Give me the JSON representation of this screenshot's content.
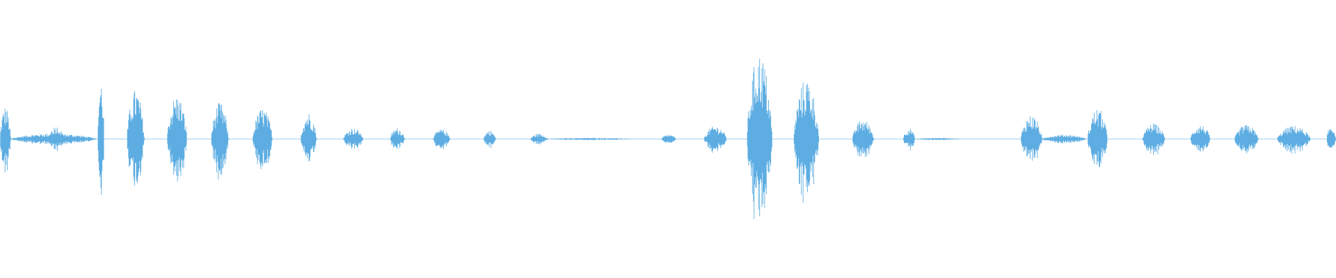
{
  "waveform": {
    "color": "#5dade2",
    "background": "#ffffff",
    "amplitude_range": [
      -1,
      1
    ],
    "time_range": [
      0,
      1
    ],
    "segments": [
      {
        "t0": 0.0,
        "t1": 0.008,
        "amp": 0.3
      },
      {
        "t0": 0.008,
        "t1": 0.072,
        "amp": 0.05
      },
      {
        "t0": 0.036,
        "t1": 0.048,
        "amp": 0.12
      },
      {
        "t0": 0.073,
        "t1": 0.078,
        "amp": 0.55
      },
      {
        "t0": 0.095,
        "t1": 0.108,
        "amp": 0.45
      },
      {
        "t0": 0.125,
        "t1": 0.14,
        "amp": 0.4
      },
      {
        "t0": 0.158,
        "t1": 0.171,
        "amp": 0.33
      },
      {
        "t0": 0.189,
        "t1": 0.204,
        "amp": 0.28
      },
      {
        "t0": 0.225,
        "t1": 0.237,
        "amp": 0.24
      },
      {
        "t0": 0.257,
        "t1": 0.272,
        "amp": 0.1
      },
      {
        "t0": 0.292,
        "t1": 0.303,
        "amp": 0.1
      },
      {
        "t0": 0.324,
        "t1": 0.337,
        "amp": 0.09
      },
      {
        "t0": 0.362,
        "t1": 0.371,
        "amp": 0.08
      },
      {
        "t0": 0.397,
        "t1": 0.41,
        "amp": 0.05
      },
      {
        "t0": 0.41,
        "t1": 0.473,
        "amp": 0.01
      },
      {
        "t0": 0.495,
        "t1": 0.506,
        "amp": 0.04
      },
      {
        "t0": 0.527,
        "t1": 0.544,
        "amp": 0.12
      },
      {
        "t0": 0.559,
        "t1": 0.578,
        "amp": 0.78
      },
      {
        "t0": 0.594,
        "t1": 0.613,
        "amp": 0.55
      },
      {
        "t0": 0.638,
        "t1": 0.654,
        "amp": 0.18
      },
      {
        "t0": 0.676,
        "t1": 0.685,
        "amp": 0.1
      },
      {
        "t0": 0.685,
        "t1": 0.719,
        "amp": 0.01
      },
      {
        "t0": 0.764,
        "t1": 0.78,
        "amp": 0.22
      },
      {
        "t0": 0.78,
        "t1": 0.813,
        "amp": 0.04
      },
      {
        "t0": 0.814,
        "t1": 0.829,
        "amp": 0.28
      },
      {
        "t0": 0.855,
        "t1": 0.872,
        "amp": 0.14
      },
      {
        "t0": 0.891,
        "t1": 0.906,
        "amp": 0.13
      },
      {
        "t0": 0.924,
        "t1": 0.942,
        "amp": 0.13
      },
      {
        "t0": 0.956,
        "t1": 0.981,
        "amp": 0.12
      },
      {
        "t0": 0.993,
        "t1": 1.0,
        "amp": 0.12
      }
    ]
  }
}
